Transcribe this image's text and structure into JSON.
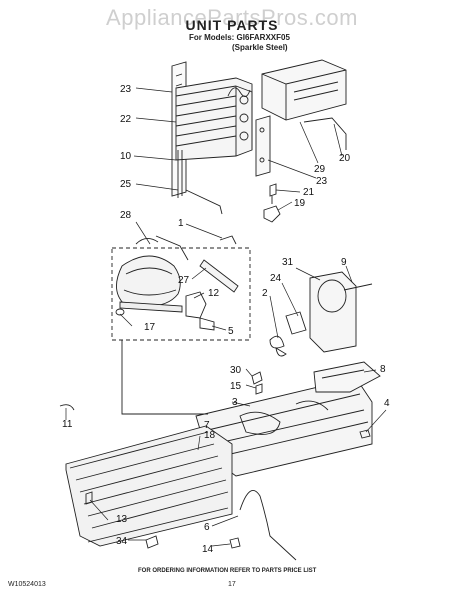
{
  "header": {
    "watermark": "AppliancePartsPros.com",
    "title": "UNIT PARTS",
    "models_label": "For Models: GI6FARXXF05",
    "color_label": "(Sparkle Steel)"
  },
  "footer": {
    "doc_number": "W10524013",
    "page_number": "17",
    "ordering_note": "FOR ORDERING INFORMATION REFER TO PARTS PRICE LIST"
  },
  "callouts": [
    "23",
    "22",
    "10",
    "25",
    "28",
    "1",
    "27",
    "12",
    "17",
    "5",
    "20",
    "29",
    "23",
    "21",
    "19",
    "31",
    "24",
    "9",
    "2",
    "30",
    "15",
    "3",
    "8",
    "4",
    "11",
    "13",
    "18",
    "6",
    "34",
    "14",
    "7"
  ]
}
